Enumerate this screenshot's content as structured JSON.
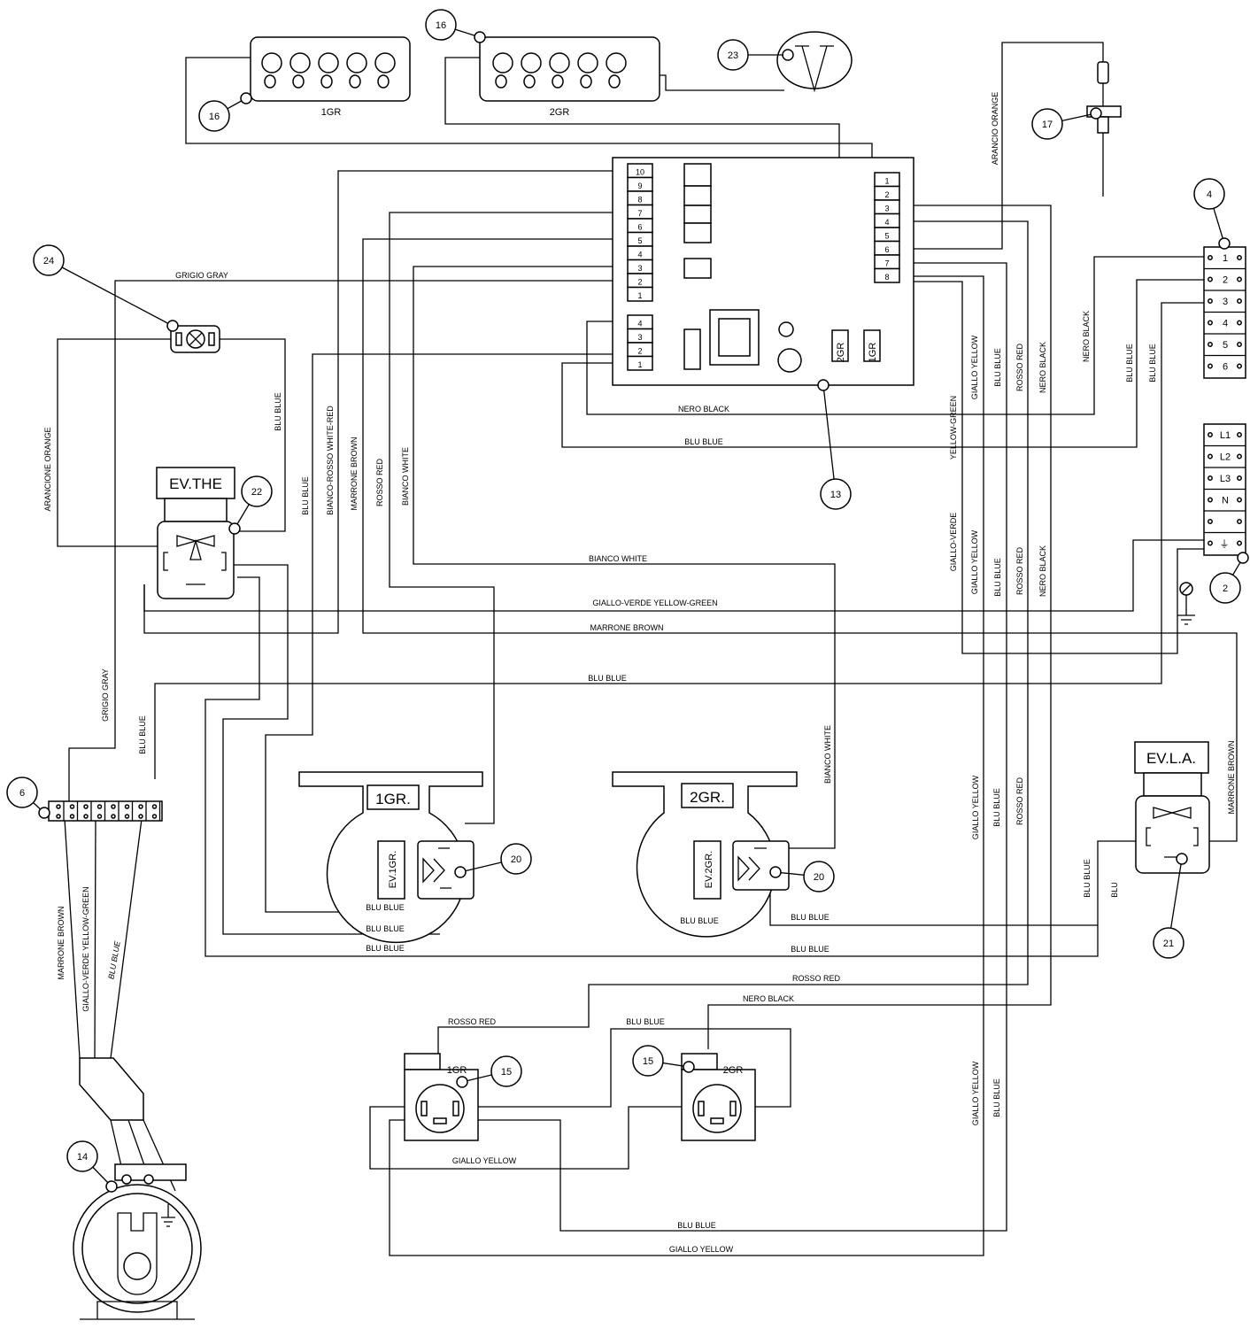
{
  "callouts": {
    "c16a": "16",
    "c16b": "16",
    "c23": "23",
    "c17": "17",
    "c4": "4",
    "c24": "24",
    "c22": "22",
    "c13": "13",
    "c2": "2",
    "c6": "6",
    "c20a": "20",
    "c20b": "20",
    "c21": "21",
    "c15a": "15",
    "c15b": "15",
    "c14": "14"
  },
  "keypads": {
    "k1": "1GR",
    "k2": "2GR"
  },
  "boxes": {
    "evthe": "EV.THE",
    "evla": "EV.L.A.",
    "g1": "1GR.",
    "g2": "2GR.",
    "ev1": "EV.1GR.",
    "ev2": "EV.2GR.",
    "p1": "1GR",
    "p2": "2GR",
    "b2gr": "2GR",
    "b1gr": "1GR"
  },
  "board": {
    "left": [
      "10",
      "9",
      "8",
      "7",
      "6",
      "5",
      "4",
      "3",
      "2",
      "1"
    ],
    "small": [
      "4",
      "3",
      "2",
      "1"
    ],
    "right": [
      "1",
      "2",
      "3",
      "4",
      "5",
      "6",
      "7",
      "8"
    ]
  },
  "terminals": {
    "top": [
      "1",
      "2",
      "3",
      "4",
      "5",
      "6"
    ],
    "bottom": [
      "L1",
      "L2",
      "L3",
      "N",
      "",
      ""
    ]
  },
  "wires": {
    "grigio_gray": "GRIGIO  GRAY",
    "arancio_orange": "ARANCIO  ORANGE",
    "arancione_orange": "ARANCIONE  ORANGE",
    "blu_blue_lamp": "BLU  BLUE",
    "blu_blue_v1": "BLU  BLUE",
    "bianco_rosso": "BIANCO-ROSSO  WHITE-RED",
    "marrone_brown_v": "MARRONE  BROWN",
    "rosso_red_v": "ROSSO  RED",
    "bianco_white_v": "BIANCO  WHITE",
    "nero_black_h": "NERO  BLACK",
    "blu_blue_h": "BLU  BLUE",
    "yellow_green_v": "YELLOW-GREEN",
    "giallo_yellow_v1": "GIALLO  YELLOW",
    "blu_blue_v2": "BLU  BLUE",
    "rosso_red_v2": "ROSSO  RED",
    "nero_black_v2": "NERO  BLACK",
    "nero_black_v3": "NERO  BLACK",
    "blu_blue_v3": "BLU  BLUE",
    "blu_blue_v4": "BLU  BLUE",
    "bianco_white_h": "BIANCO  WHITE",
    "giallo_verde_h": "GIALLO-VERDE  YELLOW-GREEN",
    "marrone_brown_h": "MARRONE  BROWN",
    "blu_blue_h2": "BLU  BLUE",
    "giallo_verde_v": "GIALLO-VERDE",
    "giallo_yellow_v2": "GIALLO  YELLOW",
    "blu_blue_v5": "BLU  BLUE",
    "rosso_red_v3": "ROSSO  RED",
    "nero_black_v4": "NERO  BLACK",
    "grigio_gray_v": "GRIGIO  GRAY",
    "blu_blue_v6": "BLU  BLUE",
    "bianco_white_v2": "BIANCO  WHITE",
    "giallo_yellow_v3": "GIALLO  YELLOW",
    "blu_blue_v7": "BLU  BLUE",
    "rosso_red_v4": "ROSSO  RED",
    "marrone_brown_v2": "MARRONE  BROWN",
    "blu_blue_v8": "BLU  BLUE",
    "blu_v": "BLU",
    "blu_blue_g1a": "BLU  BLUE",
    "blu_blue_g1b": "BLU  BLUE",
    "blu_blue_g1c": "BLU  BLUE",
    "blu_blue_g2a": "BLU  BLUE",
    "blu_blue_g2b": "BLU  BLUE",
    "blu_blue_h3": "BLU  BLUE",
    "marrone_brown_v3": "MARRONE  BROWN",
    "giallo_verde_long": "GIALLO-VERDE YELLOW-GREEN",
    "blu_blue_italic": "BLU BLUE",
    "rosso_red_h": "ROSSO  RED",
    "nero_black_h2": "NERO  BLACK",
    "rosso_red_h2": "ROSSO  RED",
    "blu_blue_h4": "BLU  BLUE",
    "giallo_yellow_v4": "GIALLO  YELLOW",
    "blu_blue_v9": "BLU  BLUE",
    "giallo_yellow_h": "GIALLO  YELLOW",
    "blu_blue_h5": "BLU  BLUE",
    "giallo_yellow_h2": "GIALLO  YELLOW"
  }
}
